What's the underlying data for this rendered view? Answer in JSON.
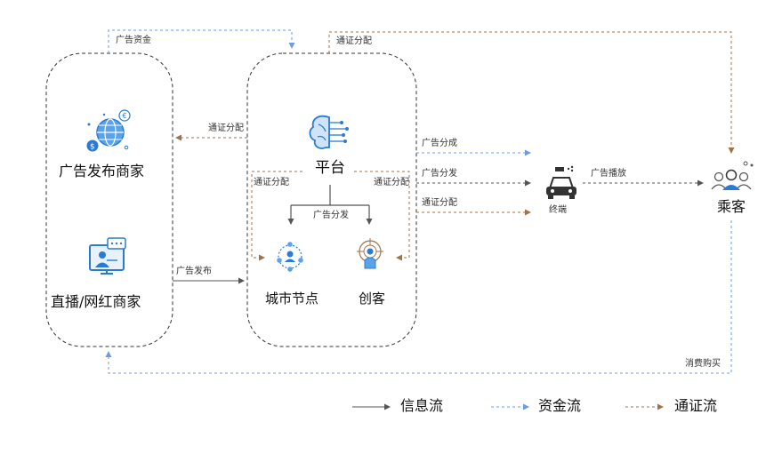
{
  "colors": {
    "info_flow": "#555555",
    "fund_flow": "#6a9ee0",
    "token_flow": "#a0724a",
    "icon_blue": "#2a7bd4",
    "box_border": "#333333"
  },
  "nodes": {
    "advertiser": "广告发布商家",
    "livestreamer": "直播/网红商家",
    "platform": "平台",
    "city_node": "城市节点",
    "creator": "创客",
    "terminal": "终端",
    "passenger": "乘客"
  },
  "edges": {
    "ad_funds": "广告资金",
    "token_top": "通证分配",
    "token_to_advertiser": "通证分配",
    "ad_publish": "广告发布",
    "token_left_inner": "通证分配",
    "token_right_inner": "通证分配",
    "ad_distribute_inner": "广告分发",
    "ad_revenue_share": "广告分成",
    "ad_distribute": "广告分发",
    "token_to_terminal": "通证分配",
    "ad_play": "广告播放",
    "consume_purchase": "消费购买"
  },
  "legend": {
    "info": "信息流",
    "fund": "资金流",
    "token": "通证流"
  },
  "icons": {
    "advertiser": "globe-money-icon",
    "livestreamer": "livestream-screen-icon",
    "platform": "ai-brain-icon",
    "city_node": "network-node-icon",
    "creator": "creator-target-icon",
    "terminal": "car-icon",
    "passenger": "group-people-icon"
  }
}
